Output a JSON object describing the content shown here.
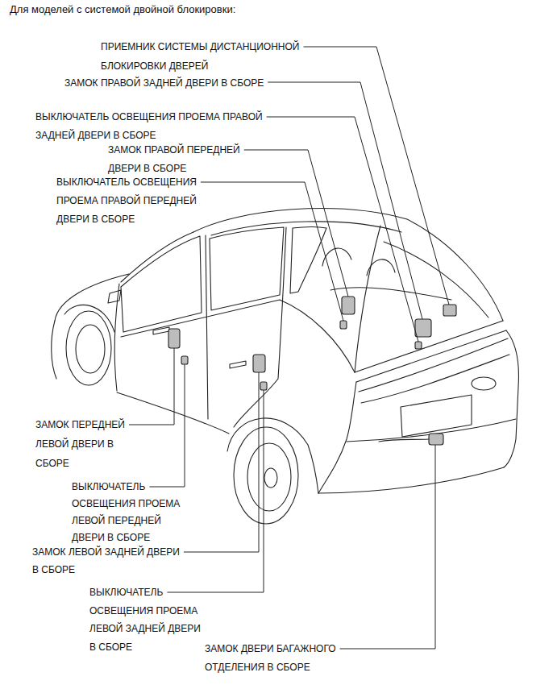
{
  "diagram": {
    "title": "Для моделей с системой двойной блокировки:",
    "labels": [
      "ПРИЕМНИК СИСТЕМЫ ДИСТАНЦИОННОЙ БЛОКИРОВКИ ДВЕРЕЙ",
      "ЗАМОК ПРАВОЙ ЗАДНЕЙ ДВЕРИ В СБОРЕ",
      "ВЫКЛЮЧАТЕЛЬ ОСВЕЩЕНИЯ ПРОЕМА ПРАВОЙ ЗАДНЕЙ ДВЕРИ В СБОРЕ",
      "ЗАМОК ПРАВОЙ ПЕРЕДНЕЙ ДВЕРИ В СБОРЕ",
      "ВЫКЛЮЧАТЕЛЬ ОСВЕЩЕНИЯ ПРОЕМА ПРАВОЙ ПЕРЕДНЕЙ ДВЕРИ В СБОРЕ",
      "ЗАМОК ПЕРЕДНЕЙ ЛЕВОЙ ДВЕРИ В СБОРЕ",
      "ВЫКЛЮЧАТЕЛЬ ОСВЕЩЕНИЯ ПРОЕМА ЛЕВОЙ ПЕРЕДНЕЙ ДВЕРИ В СБОРЕ",
      "ЗАМОК ЛЕВОЙ ЗАДНЕЙ ДВЕРИ В СБОРЕ",
      "ВЫКЛЮЧАТЕЛЬ ОСВЕЩЕНИЯ ПРОЕМА ЛЕВОЙ ЗАДНЕЙ ДВЕРИ В СБОРЕ",
      "ЗАМОК ДВЕРИ БАГАЖНОГО ОТДЕЛЕНИЯ В СБОРЕ"
    ]
  }
}
